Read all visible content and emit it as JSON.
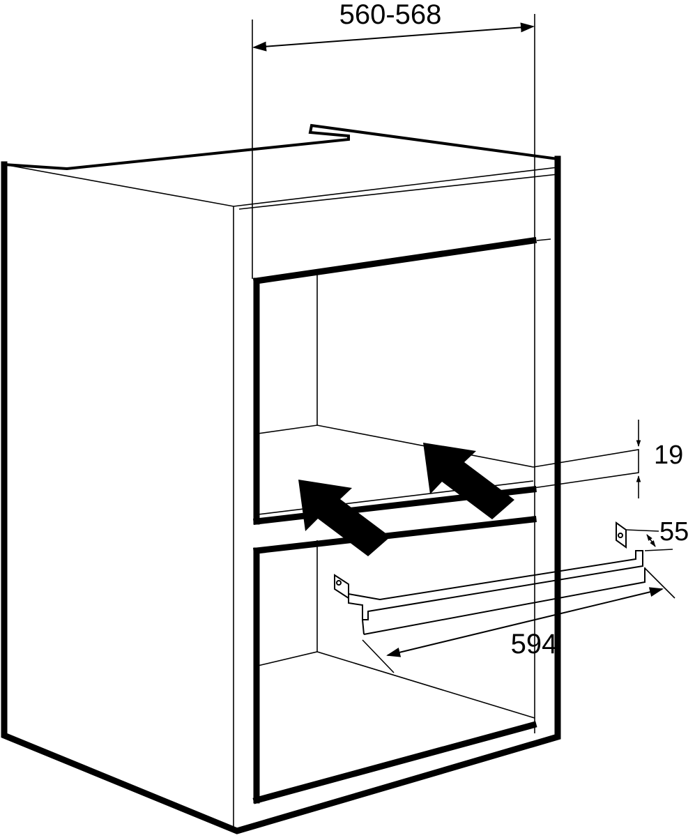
{
  "dimensions": {
    "width_label": "560-568",
    "gap_label": "19",
    "rail_height_label": "55",
    "rail_length_label": "594"
  },
  "colors": {
    "line": "#000000",
    "background": "#ffffff"
  }
}
